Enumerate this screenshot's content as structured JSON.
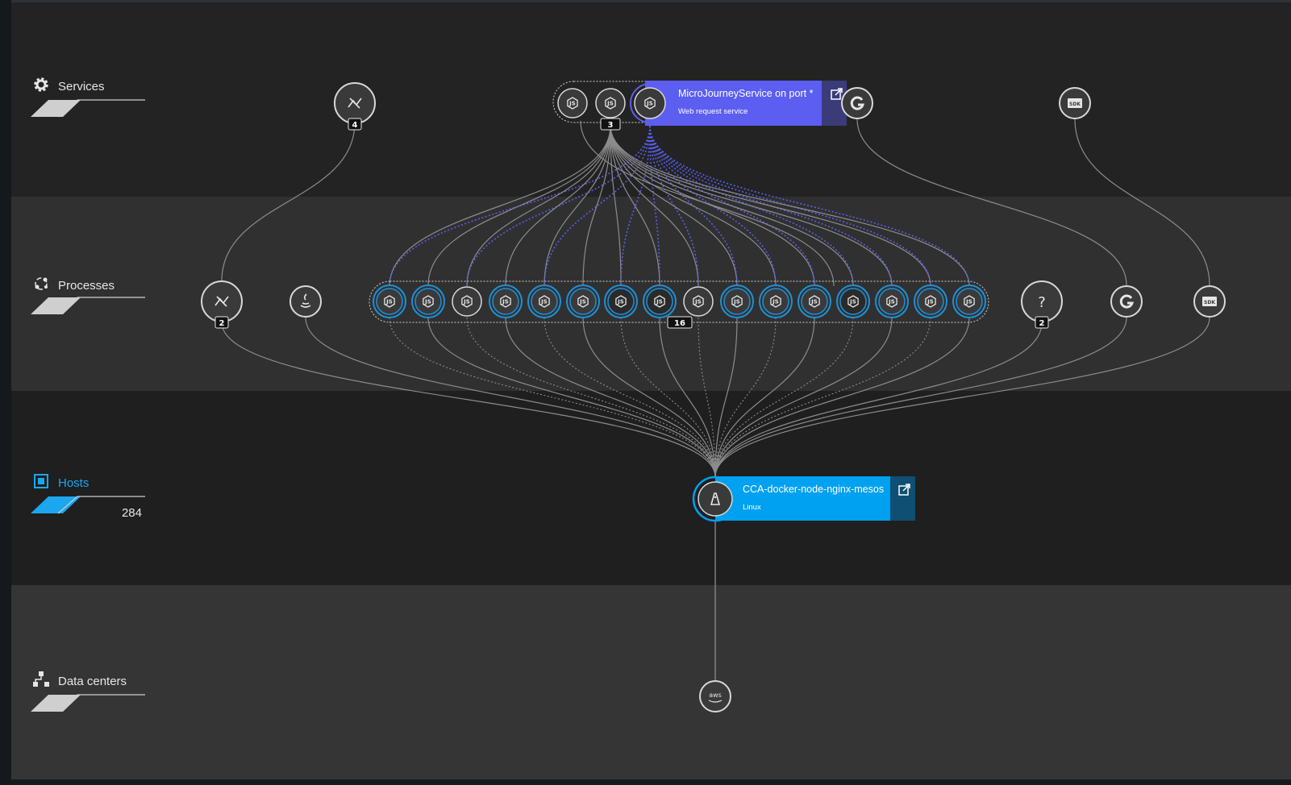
{
  "layers": {
    "services": {
      "label": "Services",
      "icon": "gear-icon"
    },
    "processes": {
      "label": "Processes",
      "icon": "processes-icon"
    },
    "hosts": {
      "label": "Hosts",
      "count": "284",
      "icon": "host-icon",
      "active": true
    },
    "datacenters": {
      "label": "Data centers",
      "icon": "datacenter-icon"
    }
  },
  "services": {
    "group_badge": "4",
    "cluster_badge": "3",
    "selected": {
      "name": "MicroJourneyService on port *",
      "type": "Web request service",
      "color": "#5b5ef0"
    },
    "other_icons": [
      "apache-icon",
      "nodejs-icon",
      "nodejs-icon",
      "nodejs-icon",
      "g-icon",
      "sdk-icon"
    ]
  },
  "processes": {
    "group_badge": "2",
    "cluster_badge": "16",
    "unknown_badge": "2",
    "unknown_glyph": "?"
  },
  "host": {
    "name": "CCA-docker-node-nginx-mesos",
    "os": "Linux",
    "color": "#00a1f0"
  },
  "datacenter": {
    "icon_text": "aws"
  },
  "nodejs_glyph": "JS",
  "sdk_glyph": "SDK",
  "colors": {
    "accent_blue": "#00a1f0",
    "service_purple": "#5b5ef0",
    "background": "#232323"
  }
}
